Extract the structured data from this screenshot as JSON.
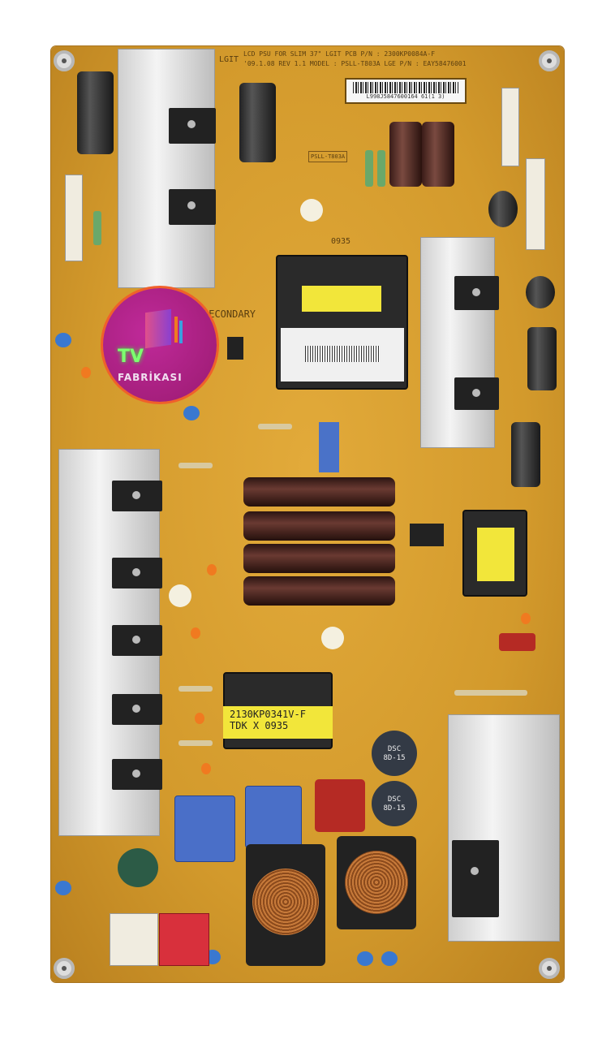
{
  "board": {
    "silkscreen_line1": "LCD PSU FOR SLIM 37\" LGIT PCB P/N : 2300KP0084A-F",
    "silkscreen_line2": "'09.1.08 REV 1.1 MODEL : PSLL-T803A  LGE P/N : EAY58476001",
    "maker": "LGIT",
    "barcode_text": "L998J5847600164 61(1 3)",
    "section_label": "SECONDARY",
    "date_code": "0935",
    "model_box": "PSLL-T803A",
    "transformer_label_line1": "2130KP0341V-F",
    "transformer_label_line2": "TDK  X  0935",
    "thermistor_label": [
      "DSC",
      "8D-15"
    ],
    "colors": {
      "pcb": "#d9a233",
      "heatsink": "#e0e0e0",
      "logo": "#b0208a"
    }
  },
  "watermark": {
    "line1": "TV",
    "line2": "FABRİKASI"
  }
}
